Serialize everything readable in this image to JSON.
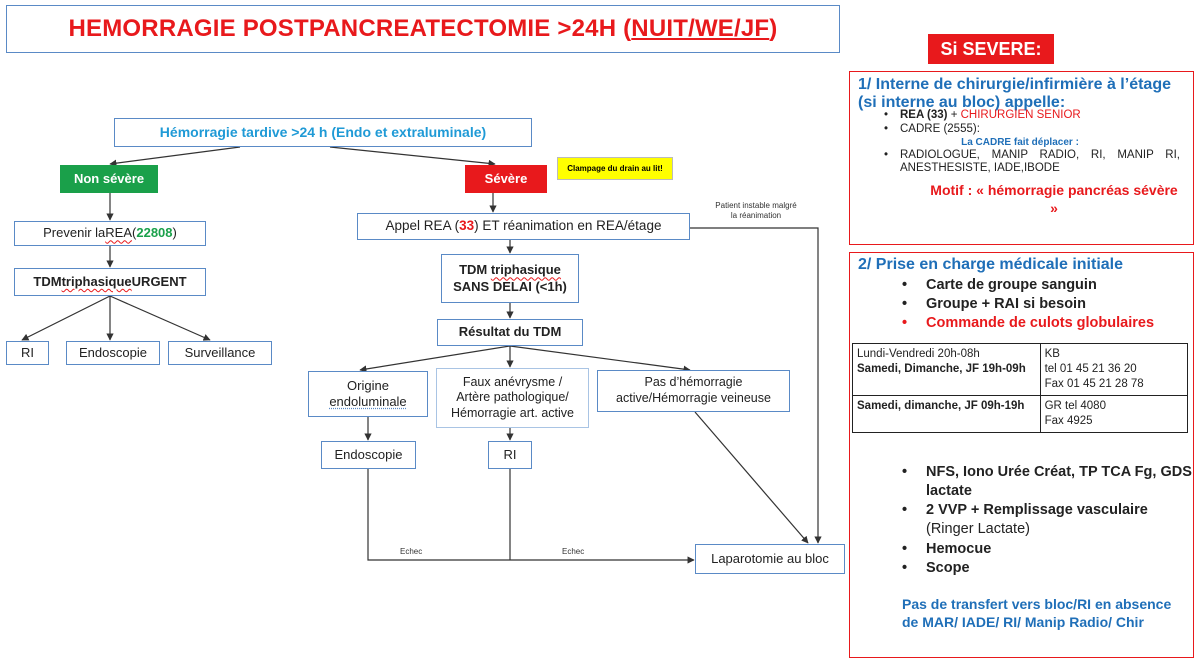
{
  "title": {
    "main": "HEMORRAGIE POSTPANCREATECTOMIE >24H (",
    "underlined": "NUIT/WE/JF",
    "close": ")"
  },
  "severe_badge": "Si SEVERE:",
  "flow": {
    "top": "Hémorragie tardive >24 h (Endo et extraluminale)",
    "non_severe": "Non sévère",
    "severe": "Sévère",
    "clampage": "Clampage du drain au lit!",
    "prevenir": {
      "pre": "Prevenir la ",
      "rea": "REA",
      "open": " (",
      "num": "22808",
      "close": ")"
    },
    "tdm_urgent": {
      "pre": "TDM ",
      "tri": "triphasique",
      "post": " URGENT"
    },
    "outcomes_left": [
      "RI",
      "Endoscopie",
      "Surveillance"
    ],
    "appel": {
      "pre": "Appel REA (",
      "num": "33",
      "post": ") ET réanimation en REA/étage"
    },
    "patient_note": [
      "Patient instable malgré",
      "la réanimation"
    ],
    "tdm_sans": {
      "pre": "TDM ",
      "tri": "triphasique",
      "line2": "SANS DELAI (<1h)"
    },
    "resultat": "Résultat du TDM",
    "origine": {
      "l1": "Origine",
      "l2": "endoluminale"
    },
    "faux": [
      "Faux anévrysme /",
      "Artère pathologique/",
      "Hémorragie  art. active"
    ],
    "pas": [
      "Pas d’hémorragie",
      "active/Hémorragie veineuse"
    ],
    "endoscopie": "Endoscopie",
    "ri": "RI",
    "laparotomie": "Laparotomie au bloc",
    "echec1": "Echec",
    "echec2": "Echec"
  },
  "panel1": {
    "heading": "1/ Interne de chirurgie/infirmière à l’étage (si interne au bloc) appelle:",
    "rea_prefix": "REA (33)",
    "rea_plus": " + ",
    "rea_chir": "CHIRURGIEN SENIOR",
    "cadre": "CADRE  (2555):",
    "cadre_note": "La CADRE fait déplacer :",
    "radiologue": "RADIOLOGUE, MANIP RADIO, RI, MANIP RI, ANESTHESISTE, IADE,IBODE",
    "motif": "Motif    : « hémorragie pancréas sévère »"
  },
  "panel2": {
    "heading": "2/ Prise en charge médicale initiale",
    "items_top": [
      "Carte de groupe sanguin",
      "Groupe + RAI si besoin"
    ],
    "item_red": "Commande de culots globulaires",
    "table": [
      {
        "left_plain": "Lundi-Vendredi 20h-08h",
        "left_bold": "Samedi, Dimanche, JF 19h-09h",
        "right": [
          "KB",
          "tel 01 45 21 36 20",
          "Fax 01 45 21 28 78"
        ]
      },
      {
        "left_plain": "",
        "left_bold": "Samedi, dimanche, JF 09h-19h",
        "right": [
          "GR tel 4080",
          "Fax 4925"
        ]
      }
    ],
    "items_bottom": [
      {
        "text": "NFS, Iono Urée Créat, TP TCA Fg, GDS lactate",
        "extra": ""
      },
      {
        "text": "2 VVP + Remplissage vasculaire",
        "extra": "(Ringer Lactate)"
      },
      {
        "text": "Hemocue",
        "extra": ""
      },
      {
        "text": "Scope",
        "extra": ""
      }
    ],
    "footer": "Pas de transfert vers bloc/RI en absence de MAR/ IADE/ RI/ Manip Radio/ Chir"
  },
  "colors": {
    "red": "#e8191c",
    "green": "#1aa04a",
    "blue_text": "#1f6fb8",
    "box_border": "#5a8ac6",
    "yellow": "#ffff00"
  }
}
